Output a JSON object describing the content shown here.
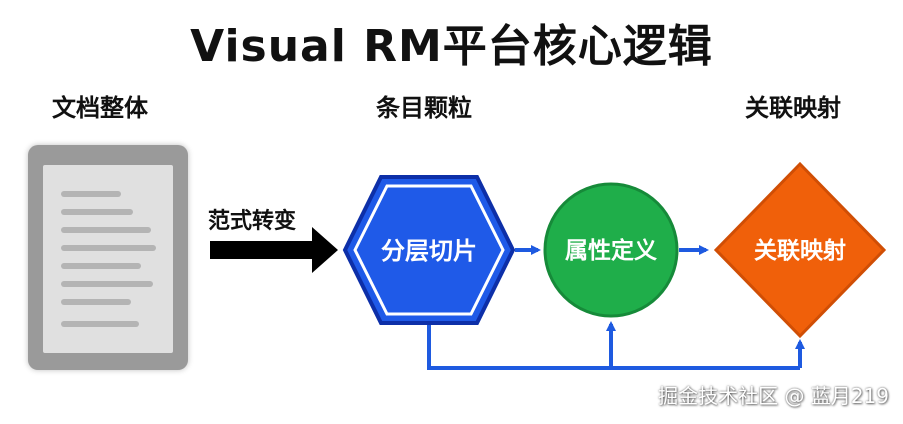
{
  "title": "Visual RM平台核心逻辑",
  "columns": {
    "document": "文档整体",
    "entries": "条目颗粒",
    "relations": "关联映射"
  },
  "arrow_label": "范式转变",
  "nodes": {
    "hexagon": "分层切片",
    "circle": "属性定义",
    "diamond": "关联映射"
  },
  "colors": {
    "hexagon": "#1f5ae8",
    "circle": "#1fae4a",
    "diamond": "#f0600a",
    "connector": "#1e5ae0",
    "arrow": "#000000"
  },
  "watermark": "掘金技术社区 @ 蓝月219"
}
